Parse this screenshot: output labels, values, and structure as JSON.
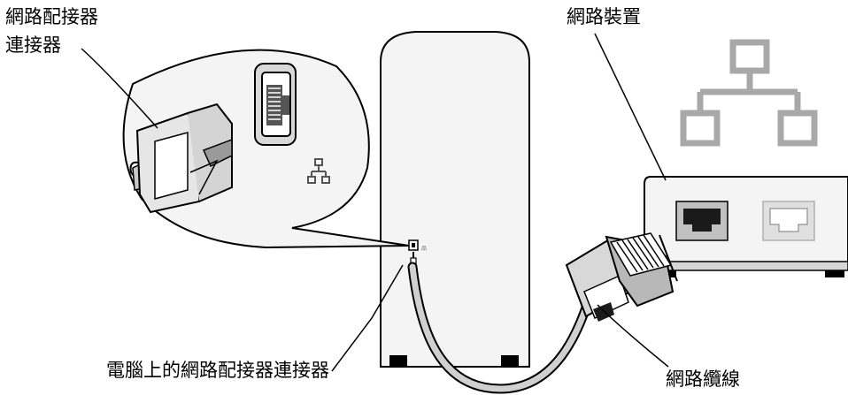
{
  "labels": {
    "adapter_line1": "網路配接器",
    "adapter_line2": "連接器",
    "network_device": "網路裝置",
    "computer_connector": "電腦上的網路配接器連接器",
    "network_cable": "網路纜線"
  },
  "icons": {
    "network_symbol": "network-topology-icon",
    "port": "rj45-port-icon",
    "plug": "rj45-plug-icon"
  },
  "colors": {
    "outline": "#000000",
    "tower_fill": "#f4f4f4",
    "device_symbol": "#a8a8a8",
    "shading": "#c8c8c8"
  }
}
